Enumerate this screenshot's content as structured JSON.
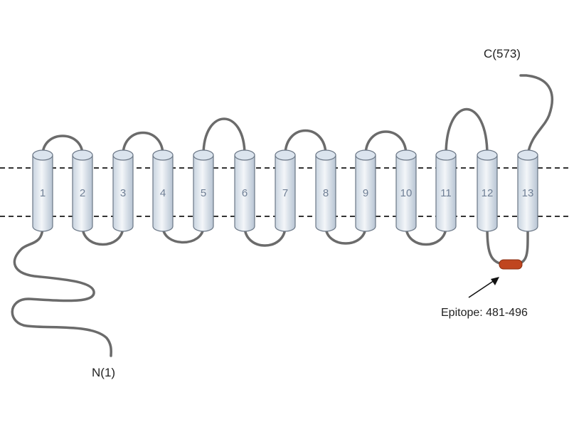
{
  "helices": [
    "1",
    "2",
    "3",
    "4",
    "5",
    "6",
    "7",
    "8",
    "9",
    "10",
    "11",
    "12",
    "13"
  ],
  "n_terminus": "N(1)",
  "c_terminus": "C(573)",
  "epitope": {
    "label": "Epitope: 481-496",
    "color": "#c0451f"
  },
  "colors": {
    "helix_fill": "#dbe4ee",
    "helix_stroke": "#6b7786",
    "loop": "#6b6b6b",
    "membrane": "#333333"
  }
}
